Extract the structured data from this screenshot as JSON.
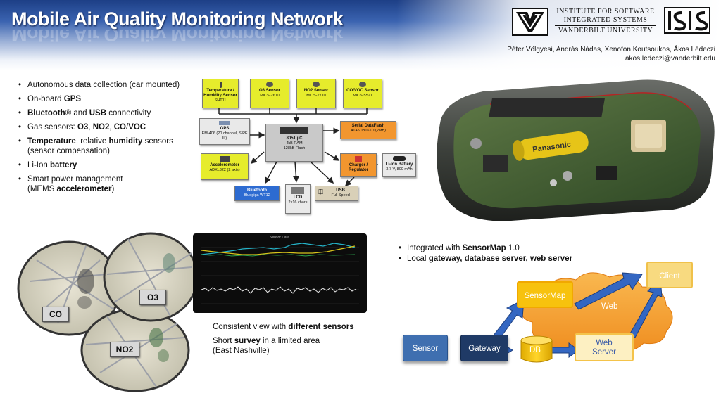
{
  "title": "Mobile Air Quality Monitoring Network",
  "logo": {
    "line1": "INSTITUTE FOR SOFTWARE",
    "line2": "INTEGRATED SYSTEMS",
    "line3": "VANDERBILT UNIVERSITY",
    "mark": "ISIS"
  },
  "authors": "Péter Völgyesi, András Nádas, Xenofon Koutsoukos, Ákos Lédeczi",
  "email": "akos.ledeczi@vanderbilt.edu",
  "features": {
    "item1": "Autonomous data collection (car mounted)",
    "item2_pre": "On-board ",
    "item2_bold": "GPS",
    "item3_bold1": "Bluetooth",
    "item3_reg": "®",
    "item3_mid": " and ",
    "item3_bold2": "USB",
    "item3_post": " connectivity",
    "item4_pre": "Gas sensors: ",
    "item4_b1": "O3",
    "item4_s1": ", ",
    "item4_b2": "NO2",
    "item4_s2": ", ",
    "item4_b3": "CO",
    "item4_s3": "/",
    "item4_b4": "VOC",
    "item5_b1": "Temperature",
    "item5_m1": ", relative ",
    "item5_b2": "humidity",
    "item5_m2": " sensors",
    "item5_line2": "(sensor compensation)",
    "item6_pre": "Li-Ion ",
    "item6_bold": "battery",
    "item7_line1": "Smart power management",
    "item7_pre": "(MEMS ",
    "item7_bold": "accelerometer",
    "item7_post": ")"
  },
  "block_diagram": {
    "temp": {
      "title": "Temperature / Humidity Sensor",
      "part": "SHT11"
    },
    "o3": {
      "title": "O3 Sensor",
      "part": "MiCS-2610"
    },
    "no2": {
      "title": "NO2 Sensor",
      "part": "MiCS-2710"
    },
    "covoc": {
      "title": "CO/VOC Sensor",
      "part": "MiCS-5521"
    },
    "gps": {
      "title": "GPS",
      "part": "EM-406 (20 channel, SiRF III)"
    },
    "mcu": {
      "title": "8051 µC",
      "part1": "4kB RAM",
      "part2": "128kB Flash"
    },
    "flash": {
      "title": "Serial DataFlash",
      "part": "AT45DB161D (2MB)"
    },
    "accel": {
      "title": "Accelerometer",
      "part": "ADXL322 (2 axis)"
    },
    "charger": {
      "title": "Charger / Regulator"
    },
    "battery": {
      "title": "Li-Ion Battery",
      "part": "3.7 V, 800 mAh"
    },
    "bt": {
      "title": "Bluetooth",
      "part": "Bluegiga WT12"
    },
    "lcd": {
      "title": "LCD",
      "part": "2x16 chars"
    },
    "usb": {
      "title": "USB",
      "part": "Full Speed"
    }
  },
  "device_label": "Panasonic",
  "maps": {
    "co": "CO",
    "o3": "O3",
    "no2": "NO2"
  },
  "graph_title": "Sensor Data",
  "caption": {
    "line1_pre": "Consistent view with ",
    "line1_bold": "different sensors",
    "line2_pre": "Short ",
    "line2_bold": "survey",
    "line2_post": " in a limited area",
    "line3": "(East Nashville)"
  },
  "integration": {
    "item1_pre": "Integrated with ",
    "item1_bold": "SensorMap",
    "item1_post": " 1.0",
    "item2_pre": "Local ",
    "item2_bold": "gateway, database server, web server"
  },
  "architecture": {
    "client": "Client",
    "sensormap": "SensorMap",
    "web_cloud": "Web",
    "sensor": "Sensor",
    "gateway": "Gateway",
    "db": "DB",
    "web_server_l1": "Web",
    "web_server_l2": "Server"
  },
  "colors": {
    "header": "#2b4f9a",
    "sensor_box": "#3f6fb0",
    "gateway_box": "#1f3a66",
    "db": "#f2c200",
    "cloud": "#f4a23a",
    "sensormap_box": "#f7c20e",
    "client_box": "#f7d97a",
    "arrow": "#2f5fb5"
  }
}
